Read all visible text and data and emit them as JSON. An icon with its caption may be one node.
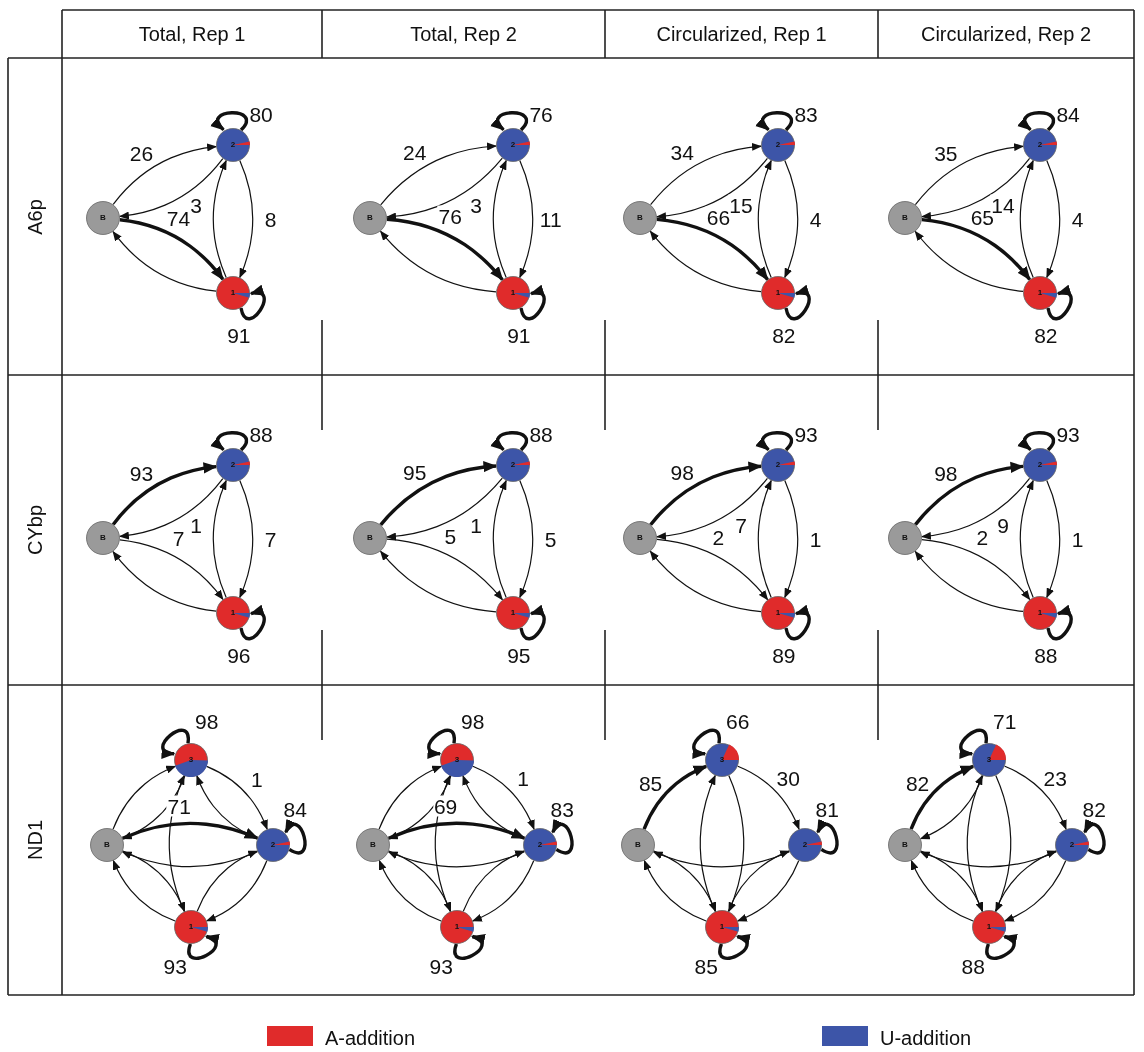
{
  "diagram": {
    "nodes": [
      {
        "text": [
          "2"
        ]
      },
      {
        "text": [
          "B"
        ]
      },
      {
        "text": [
          "1"
        ]
      },
      {
        "text": [
          "2"
        ]
      },
      {
        "text": [
          "B"
        ]
      },
      {
        "text": [
          "1"
        ]
      },
      {
        "text": [
          "2"
        ]
      },
      {
        "text": [
          "B"
        ]
      },
      {
        "text": [
          "1"
        ]
      },
      {
        "text": [
          "2"
        ]
      },
      {
        "text": [
          "B"
        ]
      },
      {
        "text": [
          "1"
        ]
      },
      {
        "text": [
          "2"
        ]
      },
      {
        "text": [
          "B"
        ]
      },
      {
        "text": [
          "1"
        ]
      },
      {
        "text": [
          "2"
        ]
      },
      {
        "text": [
          "B"
        ]
      },
      {
        "text": [
          "1"
        ]
      },
      {
        "text": [
          "2"
        ]
      },
      {
        "text": [
          "B"
        ]
      },
      {
        "text": [
          "1"
        ]
      },
      {
        "text": [
          "2"
        ]
      },
      {
        "text": [
          "B"
        ]
      },
      {
        "text": [
          "1"
        ]
      },
      {
        "text": [
          "3"
        ]
      },
      {
        "text": [
          "B"
        ]
      },
      {
        "text": [
          "2"
        ]
      },
      {
        "text": [
          "1"
        ]
      },
      {
        "text": [
          "3"
        ]
      },
      {
        "text": [
          "B"
        ]
      },
      {
        "text": [
          "2"
        ]
      },
      {
        "text": [
          "1"
        ]
      },
      {
        "text": [
          "3"
        ]
      },
      {
        "text": [
          "B"
        ]
      },
      {
        "text": [
          "2"
        ]
      },
      {
        "text": [
          "1"
        ]
      },
      {
        "text": [
          "3"
        ]
      },
      {
        "text": [
          "B"
        ]
      },
      {
        "text": [
          "2"
        ]
      },
      {
        "text": [
          "1"
        ]
      }
    ],
    "edges": [
      {
        "from": 1,
        "to": 0,
        "arrow": "to",
        "label": "26"
      },
      {
        "from": 0,
        "to": 1,
        "arrow": "to"
      },
      {
        "from": 1,
        "to": 2,
        "arrow": "to",
        "label": "74",
        "style": "thick"
      },
      {
        "from": 2,
        "to": 1,
        "arrow": "to"
      },
      {
        "from": 2,
        "to": 0,
        "arrow": "to",
        "label": "3"
      },
      {
        "from": 0,
        "to": 2,
        "arrow": "to",
        "label": "8"
      },
      {
        "from": 0,
        "to": 0,
        "arrow": "to",
        "label": "80",
        "style": "thick"
      },
      {
        "from": 2,
        "to": 2,
        "arrow": "to",
        "label": "91",
        "style": "thick"
      },
      {
        "from": 4,
        "to": 3,
        "arrow": "to",
        "label": "24"
      },
      {
        "from": 3,
        "to": 4,
        "arrow": "to"
      },
      {
        "from": 4,
        "to": 5,
        "arrow": "to",
        "label": "76",
        "style": "thick"
      },
      {
        "from": 5,
        "to": 4,
        "arrow": "to"
      },
      {
        "from": 5,
        "to": 3,
        "arrow": "to",
        "label": "3"
      },
      {
        "from": 3,
        "to": 5,
        "arrow": "to",
        "label": "11"
      },
      {
        "from": 3,
        "to": 3,
        "arrow": "to",
        "label": "76",
        "style": "thick"
      },
      {
        "from": 5,
        "to": 5,
        "arrow": "to",
        "label": "91",
        "style": "thick"
      },
      {
        "from": 7,
        "to": 6,
        "arrow": "to",
        "label": "34"
      },
      {
        "from": 6,
        "to": 7,
        "arrow": "to"
      },
      {
        "from": 7,
        "to": 8,
        "arrow": "to",
        "label": "66",
        "style": "thick"
      },
      {
        "from": 8,
        "to": 7,
        "arrow": "to"
      },
      {
        "from": 8,
        "to": 6,
        "arrow": "to",
        "label": "15"
      },
      {
        "from": 6,
        "to": 8,
        "arrow": "to",
        "label": "4"
      },
      {
        "from": 6,
        "to": 6,
        "arrow": "to",
        "label": "83",
        "style": "thick"
      },
      {
        "from": 8,
        "to": 8,
        "arrow": "to",
        "label": "82",
        "style": "thick"
      },
      {
        "from": 10,
        "to": 9,
        "arrow": "to",
        "label": "35"
      },
      {
        "from": 9,
        "to": 10,
        "arrow": "to"
      },
      {
        "from": 10,
        "to": 11,
        "arrow": "to",
        "label": "65",
        "style": "thick"
      },
      {
        "from": 11,
        "to": 10,
        "arrow": "to"
      },
      {
        "from": 11,
        "to": 9,
        "arrow": "to",
        "label": "14"
      },
      {
        "from": 9,
        "to": 11,
        "arrow": "to",
        "label": "4"
      },
      {
        "from": 9,
        "to": 9,
        "arrow": "to",
        "label": "84",
        "style": "thick"
      },
      {
        "from": 11,
        "to": 11,
        "arrow": "to",
        "label": "82",
        "style": "thick"
      },
      {
        "from": 13,
        "to": 12,
        "arrow": "to",
        "label": "93",
        "style": "thick"
      },
      {
        "from": 12,
        "to": 13,
        "arrow": "to"
      },
      {
        "from": 13,
        "to": 14,
        "arrow": "to",
        "label": "7"
      },
      {
        "from": 14,
        "to": 13,
        "arrow": "to"
      },
      {
        "from": 14,
        "to": 12,
        "arrow": "to",
        "label": "1"
      },
      {
        "from": 12,
        "to": 14,
        "arrow": "to",
        "label": "7"
      },
      {
        "from": 12,
        "to": 12,
        "arrow": "to",
        "label": "88",
        "style": "thick"
      },
      {
        "from": 14,
        "to": 14,
        "arrow": "to",
        "label": "96",
        "style": "thick"
      },
      {
        "from": 16,
        "to": 15,
        "arrow": "to",
        "label": "95",
        "style": "thick"
      },
      {
        "from": 15,
        "to": 16,
        "arrow": "to"
      },
      {
        "from": 16,
        "to": 17,
        "arrow": "to",
        "label": "5"
      },
      {
        "from": 17,
        "to": 16,
        "arrow": "to"
      },
      {
        "from": 17,
        "to": 15,
        "arrow": "to",
        "label": "1"
      },
      {
        "from": 15,
        "to": 17,
        "arrow": "to",
        "label": "5"
      },
      {
        "from": 15,
        "to": 15,
        "arrow": "to",
        "label": "88",
        "style": "thick"
      },
      {
        "from": 17,
        "to": 17,
        "arrow": "to",
        "label": "95",
        "style": "thick"
      },
      {
        "from": 19,
        "to": 18,
        "arrow": "to",
        "label": "98",
        "style": "thick"
      },
      {
        "from": 18,
        "to": 19,
        "arrow": "to"
      },
      {
        "from": 19,
        "to": 20,
        "arrow": "to",
        "label": "2"
      },
      {
        "from": 20,
        "to": 19,
        "arrow": "to"
      },
      {
        "from": 20,
        "to": 18,
        "arrow": "to",
        "label": "7"
      },
      {
        "from": 18,
        "to": 20,
        "arrow": "to",
        "label": "1"
      },
      {
        "from": 18,
        "to": 18,
        "arrow": "to",
        "label": "93",
        "style": "thick"
      },
      {
        "from": 20,
        "to": 20,
        "arrow": "to",
        "label": "89",
        "style": "thick"
      },
      {
        "from": 22,
        "to": 21,
        "arrow": "to",
        "label": "98",
        "style": "thick"
      },
      {
        "from": 21,
        "to": 22,
        "arrow": "to"
      },
      {
        "from": 22,
        "to": 23,
        "arrow": "to",
        "label": "2"
      },
      {
        "from": 23,
        "to": 22,
        "arrow": "to"
      },
      {
        "from": 23,
        "to": 21,
        "arrow": "to",
        "label": "9"
      },
      {
        "from": 21,
        "to": 23,
        "arrow": "to",
        "label": "1"
      },
      {
        "from": 21,
        "to": 21,
        "arrow": "to",
        "label": "93",
        "style": "thick"
      },
      {
        "from": 23,
        "to": 23,
        "arrow": "to",
        "label": "88",
        "style": "thick"
      },
      {
        "from": 25,
        "to": 24,
        "arrow": "to"
      },
      {
        "from": 24,
        "to": 25,
        "arrow": "to"
      },
      {
        "from": 24,
        "to": 26,
        "arrow": "to",
        "label": "1"
      },
      {
        "from": 26,
        "to": 24,
        "arrow": "to"
      },
      {
        "from": 25,
        "to": 26,
        "arrow": "to",
        "label": "71",
        "style": "thick"
      },
      {
        "from": 26,
        "to": 25,
        "arrow": "to"
      },
      {
        "from": 25,
        "to": 27,
        "arrow": "to"
      },
      {
        "from": 27,
        "to": 25,
        "arrow": "to"
      },
      {
        "from": 27,
        "to": 24,
        "arrow": "to"
      },
      {
        "from": 27,
        "to": 26,
        "arrow": "to"
      },
      {
        "from": 26,
        "to": 27,
        "arrow": "to"
      },
      {
        "from": 24,
        "to": 24,
        "arrow": "to",
        "label": "98",
        "style": "thick"
      },
      {
        "from": 26,
        "to": 26,
        "arrow": "to",
        "label": "84",
        "style": "thick"
      },
      {
        "from": 27,
        "to": 27,
        "arrow": "to",
        "label": "93",
        "style": "thick"
      },
      {
        "from": 29,
        "to": 28,
        "arrow": "to"
      },
      {
        "from": 28,
        "to": 29,
        "arrow": "to"
      },
      {
        "from": 28,
        "to": 30,
        "arrow": "to",
        "label": "1"
      },
      {
        "from": 30,
        "to": 28,
        "arrow": "to"
      },
      {
        "from": 29,
        "to": 30,
        "arrow": "to",
        "label": "69",
        "style": "thick"
      },
      {
        "from": 30,
        "to": 29,
        "arrow": "to"
      },
      {
        "from": 29,
        "to": 31,
        "arrow": "to"
      },
      {
        "from": 31,
        "to": 29,
        "arrow": "to"
      },
      {
        "from": 31,
        "to": 28,
        "arrow": "to"
      },
      {
        "from": 31,
        "to": 30,
        "arrow": "to"
      },
      {
        "from": 30,
        "to": 31,
        "arrow": "to"
      },
      {
        "from": 28,
        "to": 28,
        "arrow": "to",
        "label": "98",
        "style": "thick"
      },
      {
        "from": 30,
        "to": 30,
        "arrow": "to",
        "label": "83",
        "style": "thick"
      },
      {
        "from": 31,
        "to": 31,
        "arrow": "to",
        "label": "93",
        "style": "thick"
      },
      {
        "from": 33,
        "to": 32,
        "arrow": "to",
        "label": "85",
        "style": "thick"
      },
      {
        "from": 32,
        "to": 34,
        "arrow": "to",
        "label": "30"
      },
      {
        "from": 34,
        "to": 33,
        "arrow": "to"
      },
      {
        "from": 33,
        "to": 35,
        "arrow": "to"
      },
      {
        "from": 35,
        "to": 33,
        "arrow": "to"
      },
      {
        "from": 35,
        "to": 32,
        "arrow": "to"
      },
      {
        "from": 32,
        "to": 35,
        "arrow": "to"
      },
      {
        "from": 35,
        "to": 34,
        "arrow": "to"
      },
      {
        "from": 34,
        "to": 35,
        "arrow": "to"
      },
      {
        "from": 32,
        "to": 32,
        "arrow": "to",
        "label": "66",
        "style": "thick"
      },
      {
        "from": 34,
        "to": 34,
        "arrow": "to",
        "label": "81",
        "style": "thick"
      },
      {
        "from": 35,
        "to": 35,
        "arrow": "to",
        "label": "85",
        "style": "thick"
      },
      {
        "from": 37,
        "to": 36,
        "arrow": "to",
        "label": "82",
        "style": "thick"
      },
      {
        "from": 36,
        "to": 37,
        "arrow": "to"
      },
      {
        "from": 36,
        "to": 38,
        "arrow": "to",
        "label": "23"
      },
      {
        "from": 38,
        "to": 37,
        "arrow": "to"
      },
      {
        "from": 37,
        "to": 39,
        "arrow": "to"
      },
      {
        "from": 39,
        "to": 37,
        "arrow": "to"
      },
      {
        "from": 39,
        "to": 36,
        "arrow": "to"
      },
      {
        "from": 36,
        "to": 39,
        "arrow": "to"
      },
      {
        "from": 39,
        "to": 38,
        "arrow": "to"
      },
      {
        "from": 38,
        "to": 39,
        "arrow": "to"
      },
      {
        "from": 36,
        "to": 36,
        "arrow": "to",
        "label": "71",
        "style": "thick"
      },
      {
        "from": 38,
        "to": 38,
        "arrow": "to",
        "label": "82",
        "style": "thick"
      },
      {
        "from": 39,
        "to": 39,
        "arrow": "to",
        "label": "88",
        "style": "thick"
      }
    ],
    "labels": [
      "Total, Rep 1",
      "Total, Rep 2",
      "Circularized, Rep 1",
      "Circularized, Rep 2",
      "A6p",
      "CYbp",
      "ND1"
    ],
    "legend": [
      {
        "text": "A-addition",
        "color": "#e02b2b"
      },
      {
        "text": "U-addition",
        "color": "#3d55a8"
      }
    ]
  }
}
